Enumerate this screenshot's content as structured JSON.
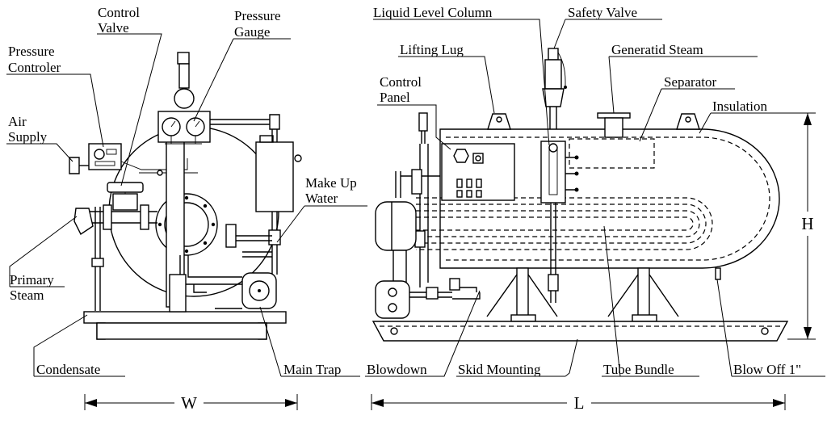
{
  "labels": {
    "control_valve": [
      "Control",
      "Valve"
    ],
    "pressure_gauge": [
      "Pressure",
      "Gauge"
    ],
    "pressure_controller": [
      "Pressure",
      "Controler"
    ],
    "air_supply": [
      "Air",
      "Supply"
    ],
    "make_up_water": [
      "Make Up",
      "Water"
    ],
    "primary_steam": [
      "Primary",
      "Steam"
    ],
    "condensate": "Condensate",
    "main_trap": "Main Trap",
    "liquid_level_column": "Liquid Level Column",
    "safety_valve": "Safety Valve",
    "lifting_lug": "Lifting Lug",
    "generated_steam": "Generatid Steam",
    "control_panel": [
      "Control",
      "Panel"
    ],
    "separator": "Separator",
    "insulation": "Insulation",
    "blowdown": "Blowdown",
    "skid_mounting": "Skid Mounting",
    "tube_bundle": "Tube Bundle",
    "blow_off": "Blow Off 1\""
  },
  "dimensions": {
    "width": "W",
    "length": "L",
    "height": "H"
  }
}
